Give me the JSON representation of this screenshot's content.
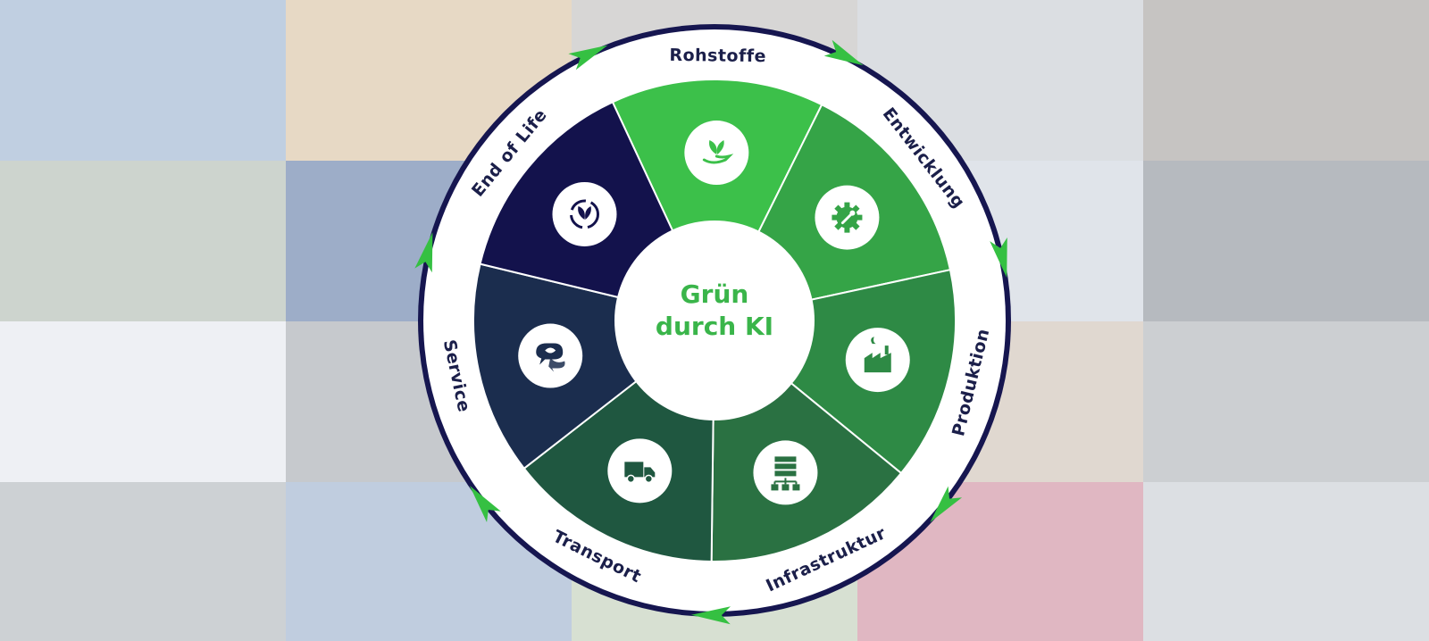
{
  "center": {
    "line1": "Grün",
    "line2": "durch KI"
  },
  "segments": [
    {
      "label": "Rohstoffe",
      "icon": "plant-in-hand-icon",
      "color": "#3cc04a"
    },
    {
      "label": "Entwicklung",
      "icon": "gear-wrench-icon",
      "color": "#35a447"
    },
    {
      "label": "Produktion",
      "icon": "factory-icon",
      "color": "#2e8a45"
    },
    {
      "label": "Infrastruktur",
      "icon": "server-network-icon",
      "color": "#2a7142"
    },
    {
      "label": "Transport",
      "icon": "truck-icon",
      "color": "#1f5740"
    },
    {
      "label": "Service",
      "icon": "chat-leaf-icon",
      "color": "#1b2d4e"
    },
    {
      "label": "End of Life",
      "icon": "recycle-leaf-icon",
      "color": "#13124c"
    }
  ],
  "colors": {
    "ring": "#161650",
    "arrow": "#35c042",
    "text": "#1b1f4a",
    "center_text": "#3ab54a"
  }
}
